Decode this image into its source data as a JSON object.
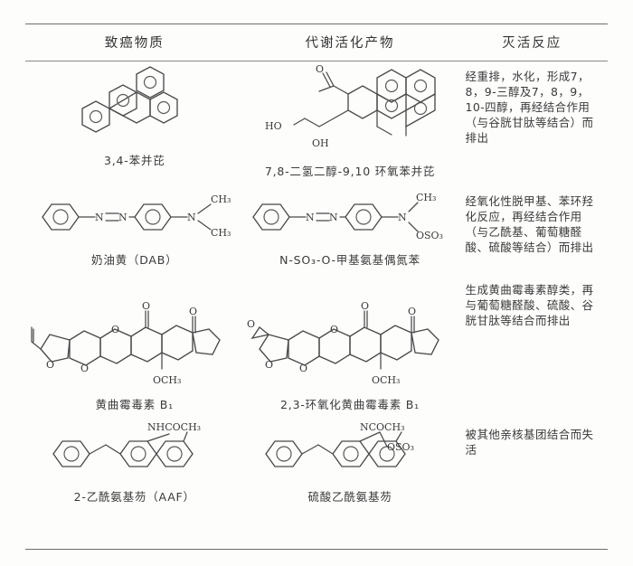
{
  "table": {
    "headers": [
      "致癌物质",
      "代谢活化产物",
      "灭活反应"
    ],
    "rows": [
      {
        "carcinogen_caption": "3,4-苯并芘",
        "metabolite_caption": "7,8-二氢二醇-9,10 环氧苯并芘",
        "inactivation": "经重排，水化，形成7，8，9-三醇及7，8，9，10-四醇，再经结合作用（与谷胱甘肽等结合）而排出",
        "labels": {
          "m_o": "O",
          "m_ho": "HO",
          "m_oh": "OH"
        }
      },
      {
        "carcinogen_caption": "奶油黄（DAB）",
        "metabolite_caption": "N-SO₃-O-甲基氨基偶氮苯",
        "inactivation": "经氧化性脱甲基、苯环羟化反应，再经结合作用（与乙酰基、葡萄糖醛酸、硫酸等结合）而排出",
        "labels": {
          "c_n": "N",
          "c_ch3_top": "CH₃",
          "c_ch3_bot": "CH₃",
          "m_ch3": "CH₃",
          "m_oso3": "OSO₃"
        }
      },
      {
        "carcinogen_caption": "黄曲霉毒素 B₁",
        "metabolite_caption": "2,3-环氧化黄曲霉毒素 B₁",
        "inactivation": "生成黄曲霉毒素醇类，再与葡萄糖醛酸、硫酸、谷胱甘肽等结合而排出",
        "labels": {
          "o": "O",
          "och3": "OCH₃"
        }
      },
      {
        "carcinogen_caption": "2-乙酰氨基芴（AAF）",
        "metabolite_caption": "硫酸乙酰氨基芴",
        "inactivation": "被其他亲核基团结合而失活",
        "labels": {
          "c_nhcoch3": "NHCOCH₃",
          "m_ncoch3": "NCOCH₃",
          "m_oso3": "OSO₃"
        }
      }
    ]
  }
}
